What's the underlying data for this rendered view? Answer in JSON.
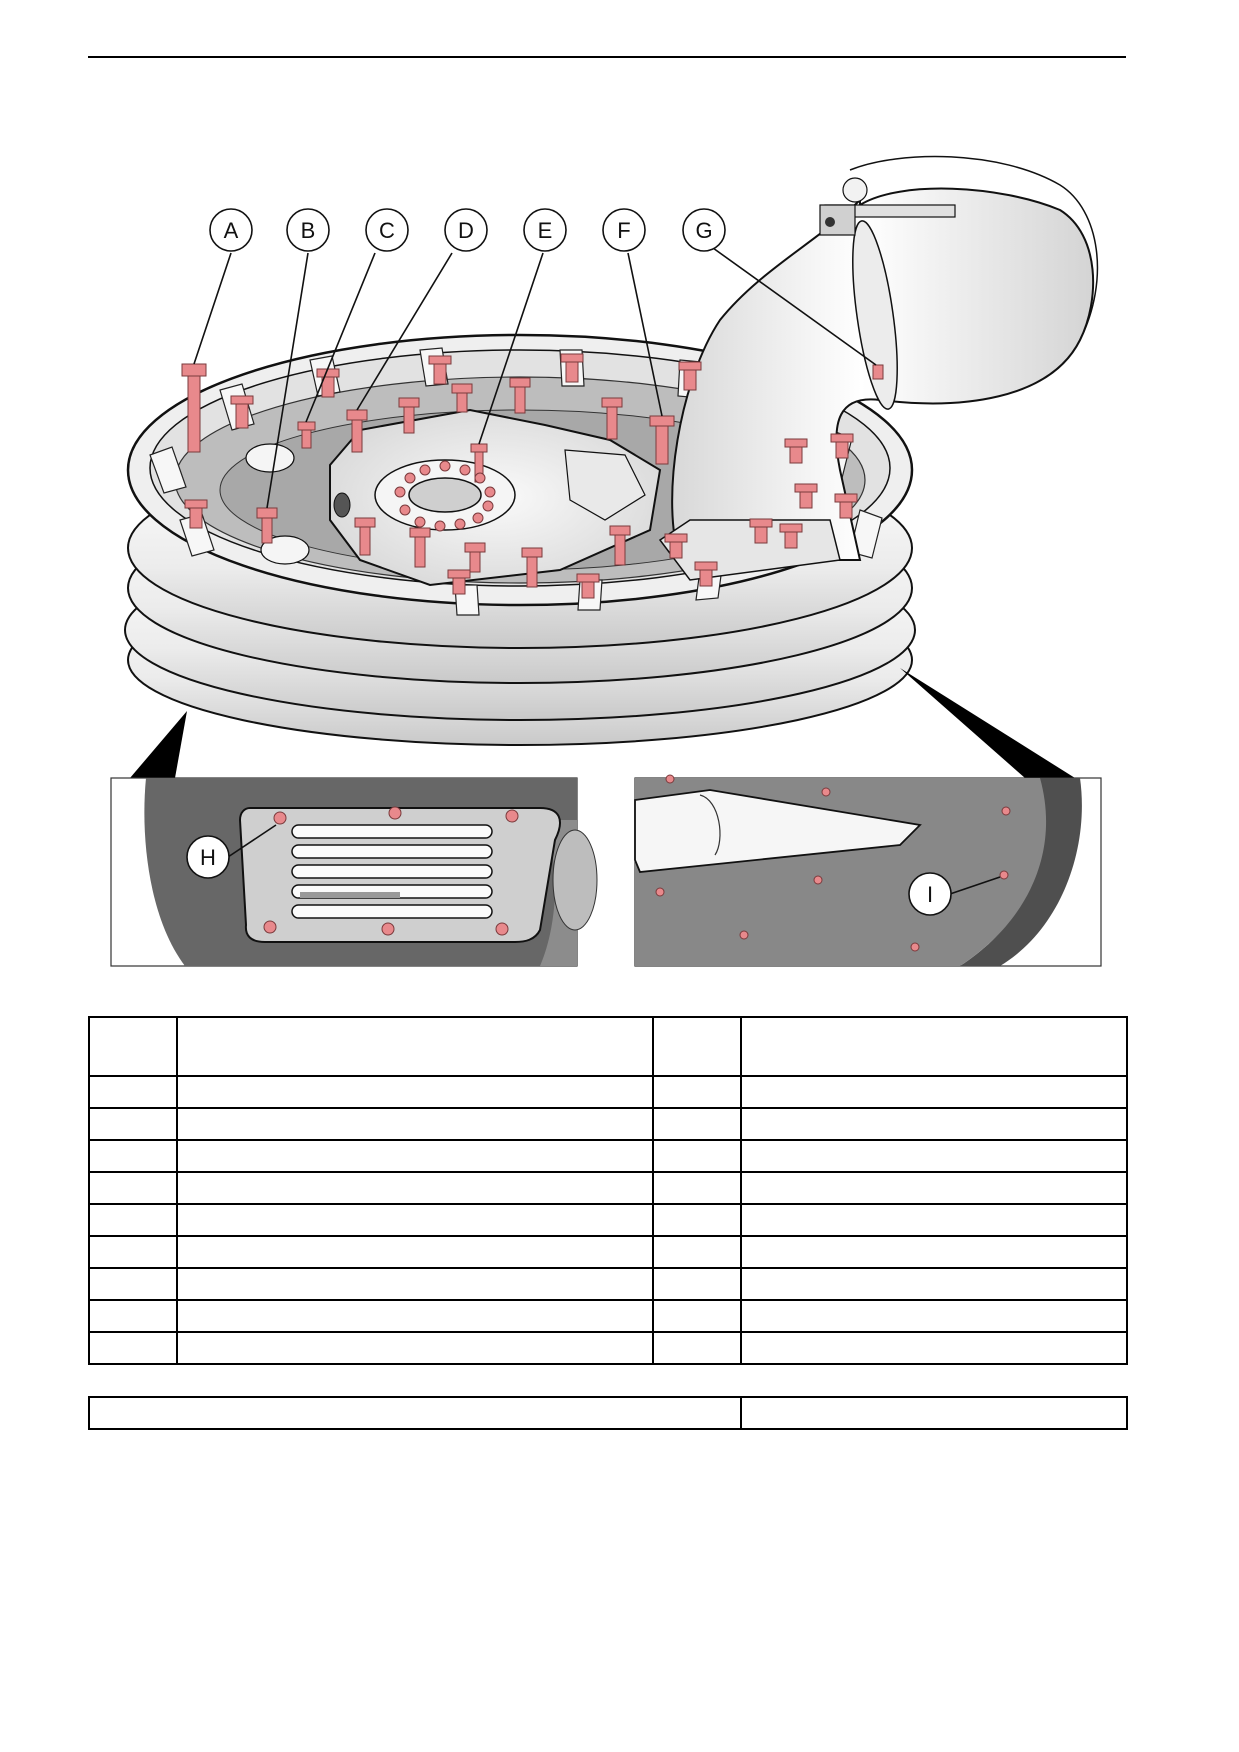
{
  "figure": {
    "callouts": [
      "A",
      "B",
      "C",
      "D",
      "E",
      "F",
      "G",
      "H",
      "I"
    ],
    "colors": {
      "bolt": "#e8898c",
      "body": "#f4f4f4",
      "outline": "#111111",
      "dark_recess": "#5a5a5a",
      "inset_bg": "#7b7b7b",
      "inset_dark": "#4a4a4a"
    }
  },
  "table": {
    "headers": [
      "",
      "",
      "",
      ""
    ],
    "rows": [
      [
        "",
        "",
        "",
        ""
      ],
      [
        "",
        "",
        "",
        ""
      ],
      [
        "",
        "",
        "",
        ""
      ],
      [
        "",
        "",
        "",
        ""
      ],
      [
        "",
        "",
        "",
        ""
      ],
      [
        "",
        "",
        "",
        ""
      ],
      [
        "",
        "",
        "",
        ""
      ],
      [
        "",
        "",
        "",
        ""
      ],
      [
        "",
        "",
        "",
        ""
      ]
    ]
  },
  "total_row": [
    "",
    ""
  ]
}
